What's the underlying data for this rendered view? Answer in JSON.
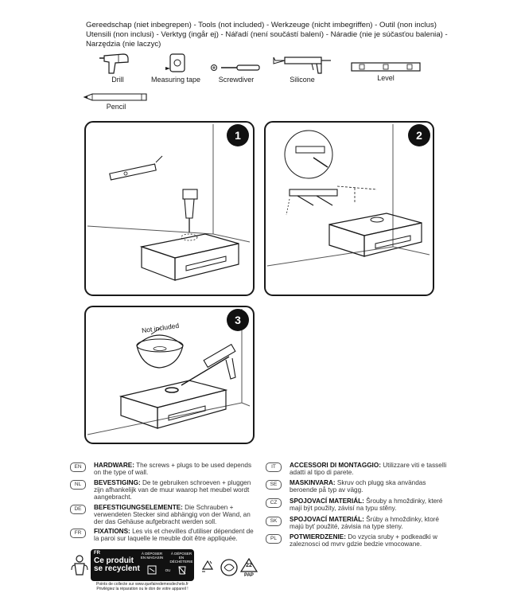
{
  "header": {
    "line1": "Gereedschap (niet inbegrepen) - Tools (not included) -  Werkzeuge (nicht imbegriffen) - Outil (non inclus)",
    "line2": "Utensili (non inclusi) - Verktyg (ingår ej) - Nářadí (není součástí balení) - Náradie (nie je súčasťou balenia) -",
    "line3": "Narzędzia (nie laczyc)"
  },
  "tools": [
    {
      "label": "Drill",
      "icon": "drill-icon"
    },
    {
      "label": "Measuring tape",
      "icon": "measuring-tape-icon"
    },
    {
      "label": "Screwdiver",
      "icon": "screwdriver-icon"
    },
    {
      "label": "Silicone",
      "icon": "silicone-gun-icon"
    },
    {
      "label": "Level",
      "icon": "level-icon"
    },
    {
      "label": "Pencil",
      "icon": "pencil-icon"
    }
  ],
  "steps": [
    {
      "number": "1"
    },
    {
      "number": "2"
    },
    {
      "number": "3",
      "callout": "Not included"
    }
  ],
  "notes": [
    {
      "lang": "EN",
      "head": "HARDWARE:",
      "text": " The screws + plugs to be used depends on the type of wall."
    },
    {
      "lang": "NL",
      "head": "BEVESTIGING:",
      "text": " De te gebruiken schroeven + pluggen zijn afhankelijk van de muur waarop het meubel wordt aangebracht."
    },
    {
      "lang": "DE",
      "head": "BEFESTIGUNGSELEMENTE:",
      "text": " Die Schrauben + verwendeten Stecker sind abhängig von der Wand, an der das Gehäuse aufgebracht werden soll."
    },
    {
      "lang": "FR",
      "head": "FIXATIONS:",
      "text": " Les vis et chevilles d'utiliser dépendent de la paroi sur laquelle le meuble doit être appliquée."
    },
    {
      "lang": "IT",
      "head": "ACCESSORI DI MONTAGGIO:",
      "text": " Utilizzare viti e tasselli adatti al tipo di parete."
    },
    {
      "lang": "SE",
      "head": "MASKINVARA:",
      "text": " Skruv och plugg ska användas beroende på typ av vägg."
    },
    {
      "lang": "CZ",
      "head": "SPOJOVACÍ MATERIÁL:",
      "text": " Šrouby a hmoždinky, které mají být použity, závisí na typu stěny."
    },
    {
      "lang": "SK",
      "head": "SPOJOVACÍ MATERIÁL:",
      "text": " Šrúby a hmoždinky, ktoré majú byť použité, závisia na type steny."
    },
    {
      "lang": "PL",
      "head": "POTWIERDZENIE:",
      "text": " Do vzycia sruby + podkeadki w zaleznosci od mvrv gdzie bedzie vmocowane."
    }
  ],
  "recycling": {
    "country": "FR",
    "title_line1": "Ce produit",
    "title_line2": "se recyclent",
    "option1": "À DÉPOSER EN MAGASIN",
    "option2": "À DÉPOSER EN DÉCHÈTERIE",
    "or": "OU",
    "footer_line1": "Points de collecte sur www.quefairedemesdechets.fr",
    "footer_line2": "Privilégiez la réparation ou le don de votre appareil !",
    "pap_number": "22",
    "pap_label": "PAP"
  }
}
